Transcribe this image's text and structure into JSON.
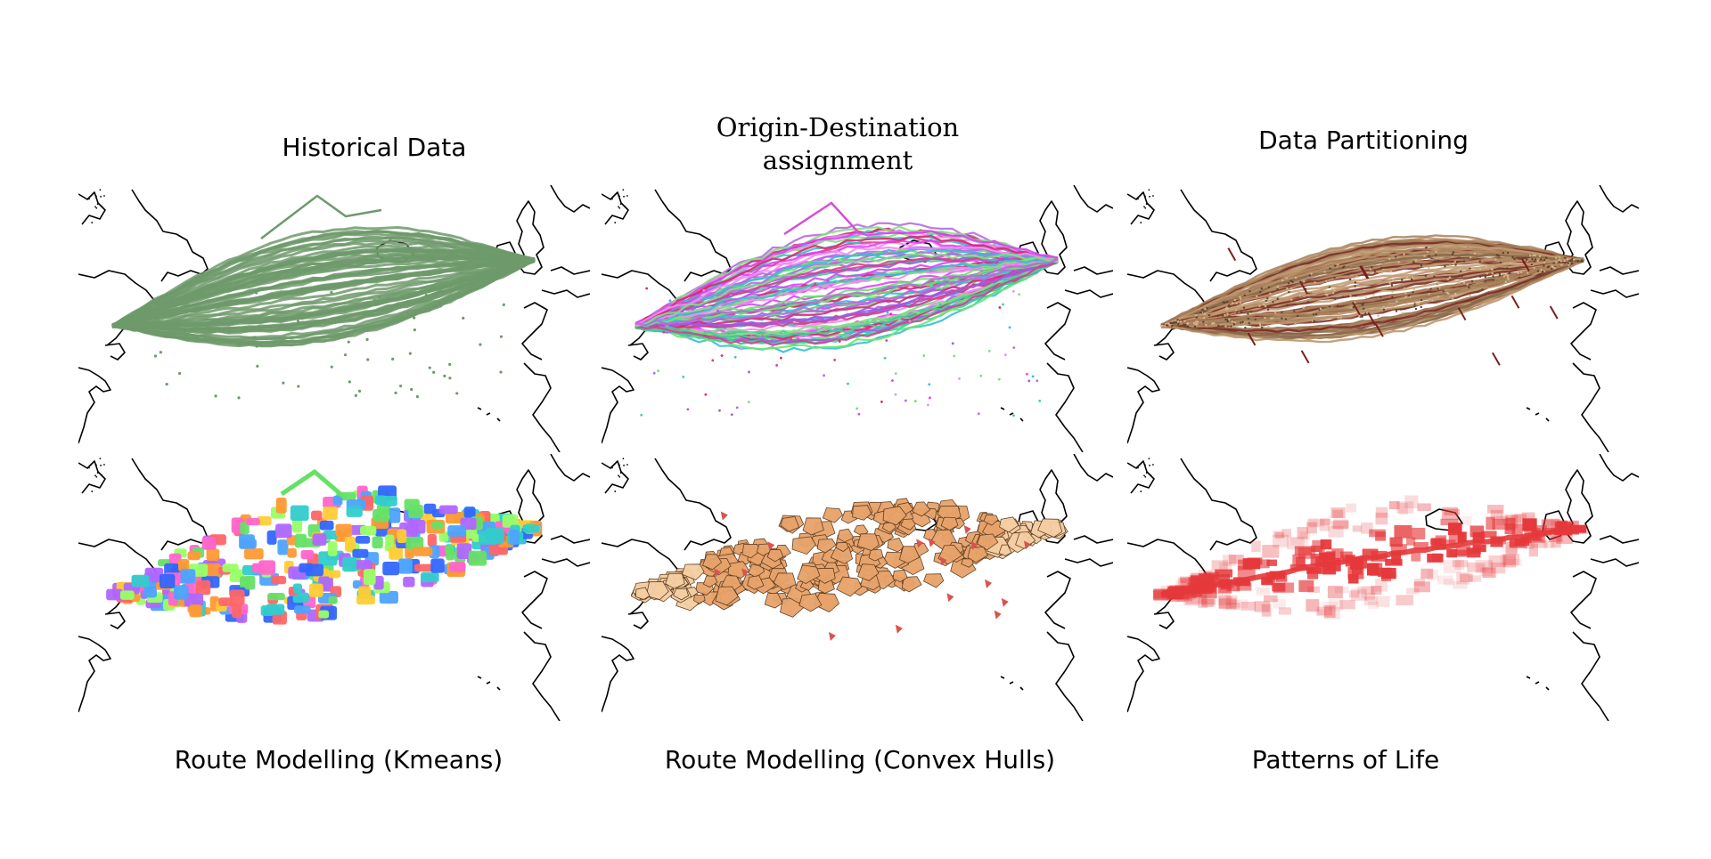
{
  "panels": [
    {
      "id": "historical",
      "title": "Historical Data",
      "title_position": "above",
      "primary_color": "#6e9a6b"
    },
    {
      "id": "od",
      "title": "Origin-Destination assignment",
      "title_position": "above",
      "primary_color": "#d64fd8"
    },
    {
      "id": "partitioning",
      "title": "Data Partitioning",
      "title_position": "above",
      "primary_color": "#9c7a52"
    },
    {
      "id": "kmeans",
      "title": "Route Modelling (Kmeans)",
      "title_position": "below",
      "primary_color": "#66cc66"
    },
    {
      "id": "hulls",
      "title": "Route Modelling (Convex Hulls)",
      "title_position": "below",
      "primary_color": "#f2c28c"
    },
    {
      "id": "pol",
      "title": "Patterns of Life",
      "title_position": "below",
      "primary_color": "#e5383b"
    }
  ]
}
